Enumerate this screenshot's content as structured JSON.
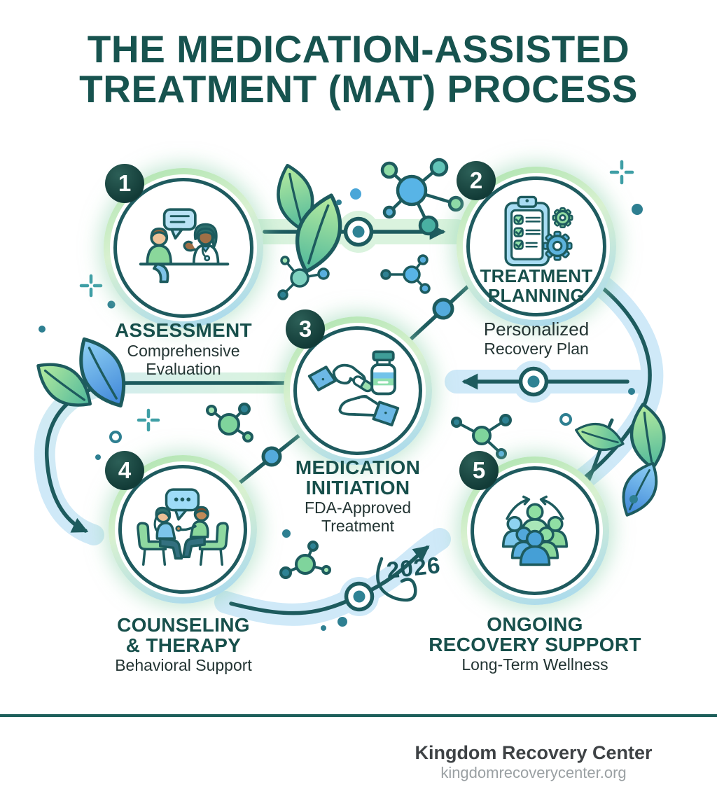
{
  "title": {
    "line1": "THE MEDICATION-ASSISTED",
    "line2": "TREATMENT (MAT) PROCESS"
  },
  "steps": [
    {
      "number": "1",
      "title_lines": [
        "ASSESSMENT"
      ],
      "subtitle_lines": [
        "Comprehensive",
        "Evaluation"
      ],
      "icon": "doctor-patient-consultation-icon"
    },
    {
      "number": "2",
      "title_lines": [
        "TREATMENT",
        "PLANNING"
      ],
      "subtitle_lines": [
        "Personalized",
        "Recovery Plan"
      ],
      "icon": "clipboard-checklist-gears-icon"
    },
    {
      "number": "3",
      "title_lines": [
        "MEDICATION",
        "INITIATION"
      ],
      "subtitle_lines": [
        "FDA-Approved",
        "Treatment"
      ],
      "icon": "hand-giving-pill-icon"
    },
    {
      "number": "4",
      "title_lines": [
        "COUNSELING",
        "& THERAPY"
      ],
      "subtitle_lines": [
        "Behavioral Support"
      ],
      "icon": "therapy-session-icon"
    },
    {
      "number": "5",
      "title_lines": [
        "ONGOING",
        "RECOVERY SUPPORT"
      ],
      "subtitle_lines": [
        "Long-Term Wellness"
      ],
      "icon": "support-group-icon"
    }
  ],
  "annotations": {
    "year": "2026"
  },
  "footer": {
    "org_name": "Kingdom Recovery Center",
    "website": "kingdomrecoverycenter.org"
  },
  "colors": {
    "heading": "#17534f",
    "step_title": "#174f4b",
    "body_text": "#233433",
    "badge_bg": "#123b37",
    "line": "#1d5b5e",
    "band_green": "#daf3de",
    "band_blue": "#cfe9f8",
    "node_dot": "#2f8294",
    "accent_blue": "#58b4e6",
    "accent_green": "#8fdca6",
    "leaf_green": "#7ed49c",
    "leaf_blue": "#6cb8e8",
    "footer_rule": "#1d5f5b",
    "footer_org": "#3e4245",
    "footer_url": "#9aa0a3"
  },
  "decorations": [
    "leaf-icon",
    "molecule-icon",
    "sparkle-icon",
    "dot"
  ]
}
